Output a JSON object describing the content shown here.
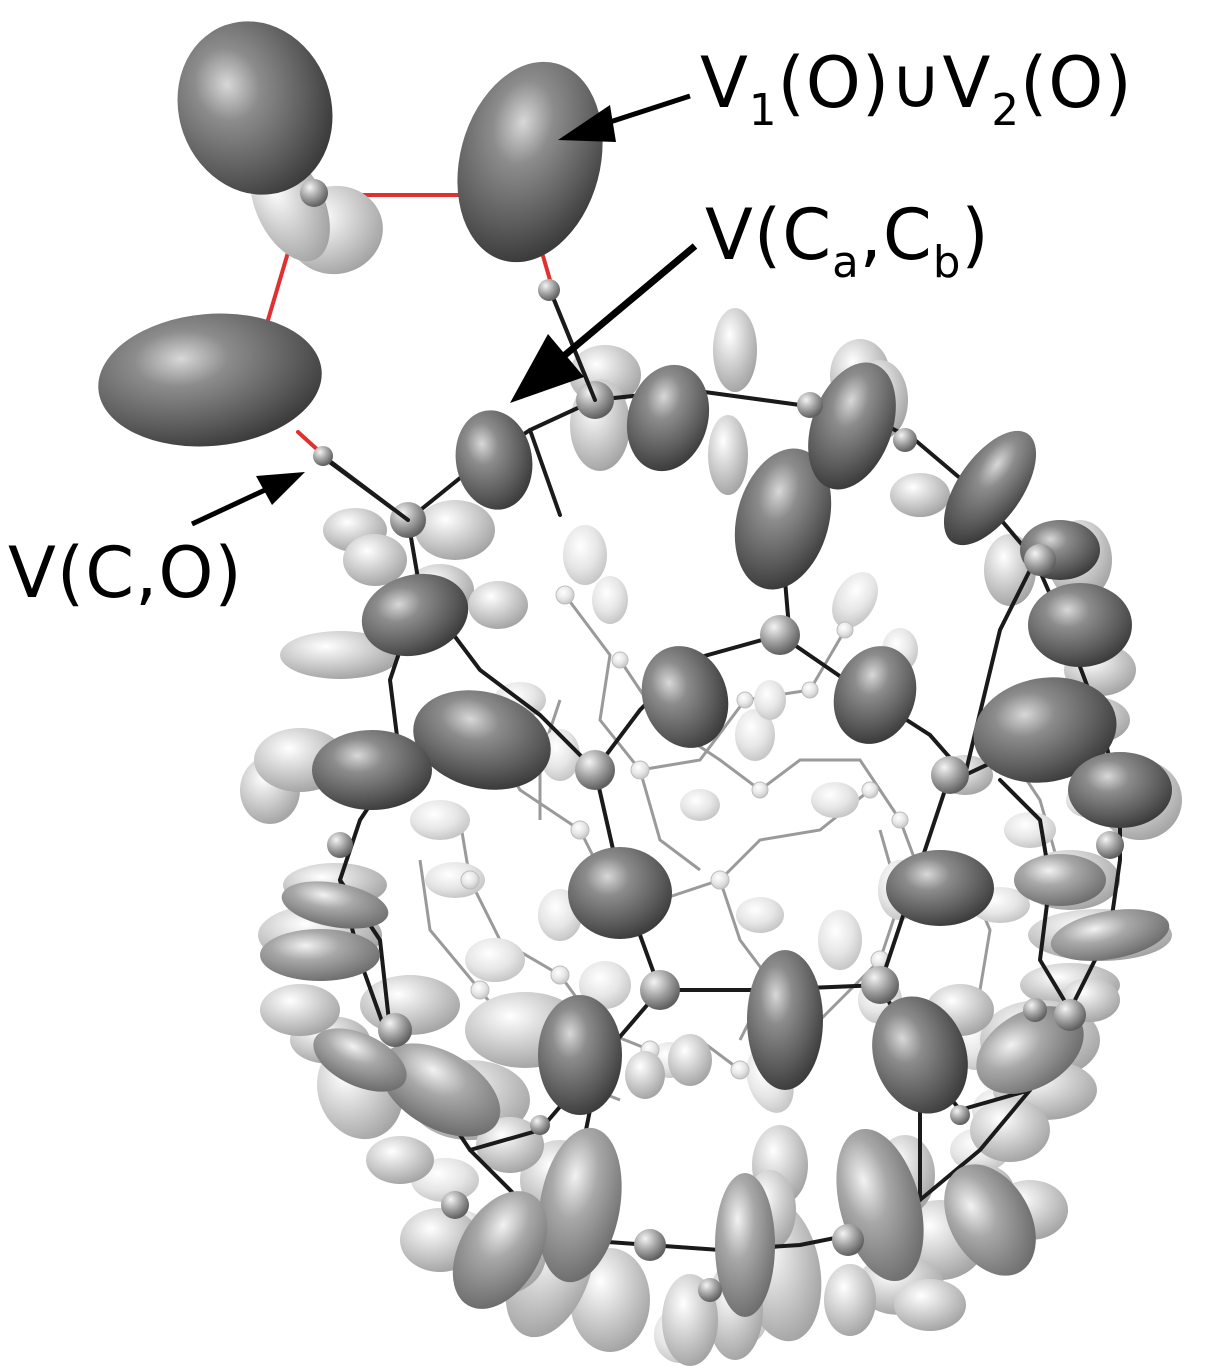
{
  "labels": {
    "oxygen_lone_pairs": {
      "main": "V",
      "sub1": "1",
      "mid": "(O)∪V",
      "sub2": "2",
      "tail": "(O)"
    },
    "cc_bond": {
      "pre": "V(C",
      "sub1": "a",
      "mid": ",C",
      "sub2": "b",
      "tail": ")"
    },
    "co_bond": {
      "text": "V(C,O)"
    }
  },
  "colors": {
    "basin_dark": "#6e6e6e",
    "basin_light": "#d2d2d2",
    "bond_line": "#1a1a1a",
    "ring_bond": "#e03030",
    "arrow": "#000000"
  }
}
